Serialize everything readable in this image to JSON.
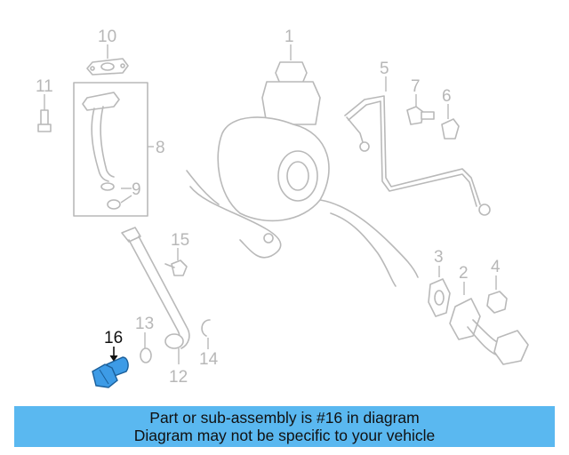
{
  "diagram": {
    "callouts": {
      "c1": "1",
      "c2": "2",
      "c3": "3",
      "c4": "4",
      "c5": "5",
      "c6": "6",
      "c7": "7",
      "c8": "8",
      "c9": "9",
      "c10": "10",
      "c11": "11",
      "c12": "12",
      "c13": "13",
      "c14": "14",
      "c15": "15",
      "c16": "16"
    },
    "highlighted_part": "16",
    "highlight_color": "#3d9be6",
    "line_color": "#b9b9b9"
  },
  "banner": {
    "line1": "Part or sub-assembly is #16 in diagram",
    "line2": "Diagram may not be specific to your vehicle",
    "background": "#5ab8f0"
  }
}
